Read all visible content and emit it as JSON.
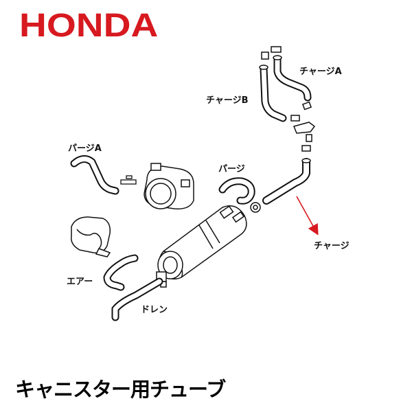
{
  "brand": {
    "name": "HONDA",
    "color": "#d71920"
  },
  "labels": {
    "charge_a": "チャージA",
    "charge_b": "チャージB",
    "purge_a": "パージA",
    "purge": "パージ",
    "charge": "チャージ",
    "air": "エアー",
    "drain": "ドレン"
  },
  "caption": "キャニスター用チューブ",
  "colors": {
    "highlight_arrow": "#d71920",
    "line_art": "#111111"
  }
}
